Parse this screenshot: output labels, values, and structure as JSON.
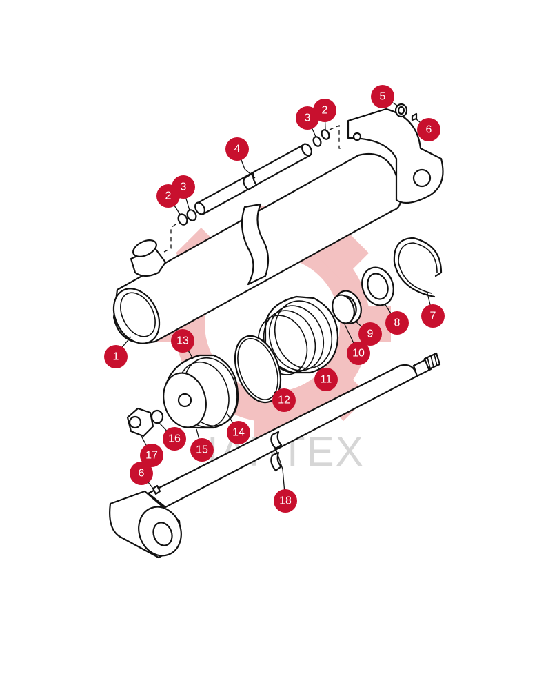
{
  "colors": {
    "callout": "#c8102e",
    "watermark": "#f2b7b7",
    "watermark_text": "#d6d6d6",
    "line": "#111111"
  },
  "watermark": {
    "icon": "gear-icon",
    "text": "IAHTEX"
  },
  "callouts": [
    {
      "id": "c1",
      "label": "1"
    },
    {
      "id": "c2a",
      "label": "2"
    },
    {
      "id": "c3a",
      "label": "3"
    },
    {
      "id": "c2b",
      "label": "2"
    },
    {
      "id": "c3b",
      "label": "3"
    },
    {
      "id": "c4",
      "label": "4"
    },
    {
      "id": "c5",
      "label": "5"
    },
    {
      "id": "c6a",
      "label": "6"
    },
    {
      "id": "c6b",
      "label": "6"
    },
    {
      "id": "c7",
      "label": "7"
    },
    {
      "id": "c8",
      "label": "8"
    },
    {
      "id": "c9",
      "label": "9"
    },
    {
      "id": "c10",
      "label": "10"
    },
    {
      "id": "c11",
      "label": "11"
    },
    {
      "id": "c12",
      "label": "12"
    },
    {
      "id": "c13",
      "label": "13"
    },
    {
      "id": "c14",
      "label": "14"
    },
    {
      "id": "c15",
      "label": "15"
    },
    {
      "id": "c16",
      "label": "16"
    },
    {
      "id": "c17",
      "label": "17"
    },
    {
      "id": "c18",
      "label": "18"
    }
  ]
}
